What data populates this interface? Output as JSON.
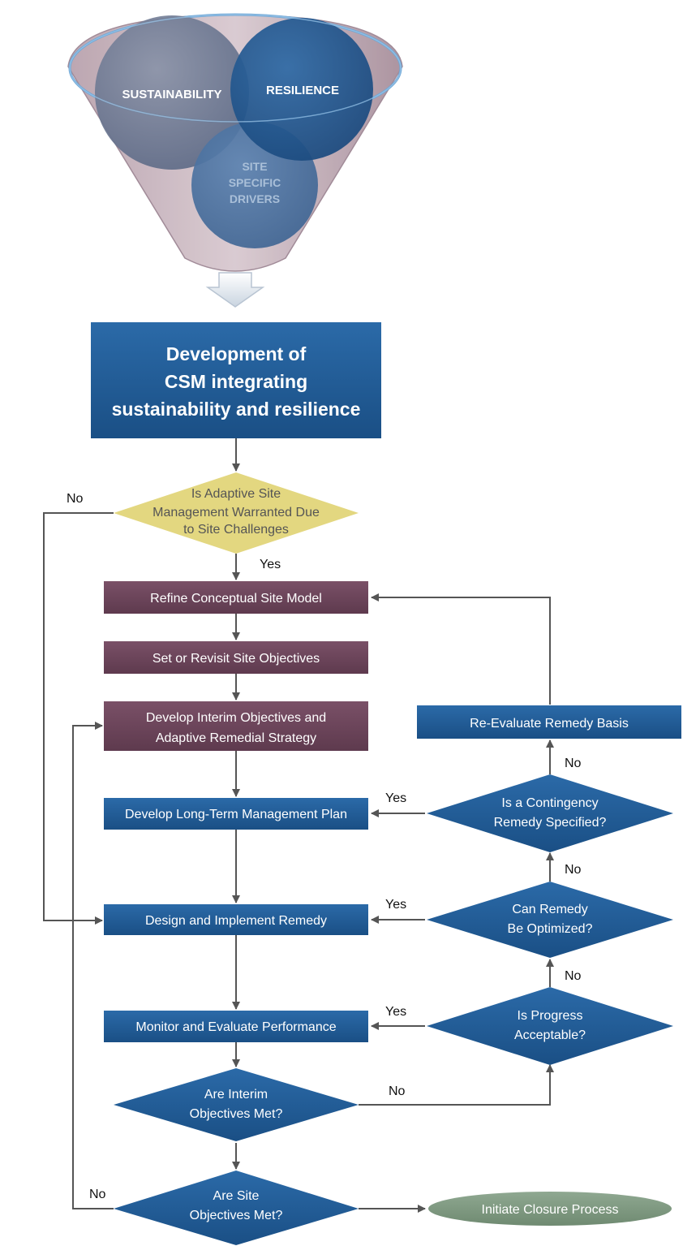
{
  "funnel": {
    "circle_left": "SUSTAINABILITY",
    "circle_right": "RESILIENCE",
    "circle_bottom": [
      "SITE",
      "SPECIFIC",
      "DRIVERS"
    ]
  },
  "header_box": [
    "Development of",
    "CSM integrating",
    "sustainability and resilience"
  ],
  "decisions": {
    "adaptive": [
      "Is Adaptive Site",
      "Management Warranted Due",
      "to Site Challenges"
    ],
    "contingency": [
      "Is a Contingency",
      "Remedy Specified?"
    ],
    "optimize": [
      "Can Remedy",
      "Be Optimized?"
    ],
    "progress": [
      "Is Progress",
      "Acceptable?"
    ],
    "interim": [
      "Are Interim",
      "Objectives Met?"
    ],
    "site": [
      "Are Site",
      "Objectives Met?"
    ]
  },
  "steps": {
    "refine": "Refine Conceptual Site Model",
    "set": "Set or Revisit Site Objectives",
    "develop_interim": [
      "Develop Interim Objectives and",
      "Adaptive Remedial Strategy"
    ],
    "long_term": "Develop Long-Term Management Plan",
    "design": "Design and Implement Remedy",
    "monitor": "Monitor and Evaluate Performance",
    "reevaluate": "Re-Evaluate Remedy Basis",
    "closure": "Initiate Closure Process"
  },
  "labels": {
    "no_adaptive": "No",
    "yes_adaptive": "Yes",
    "yes_contingency": "Yes",
    "no_contingency": "No",
    "yes_optimize": "Yes",
    "no_optimize": "No",
    "yes_progress": "Yes",
    "no_progress": "No",
    "no_interim": "No",
    "no_site": "No"
  },
  "colors": {
    "dark_blue": "#1f5a93",
    "mauve": "#6b4358",
    "gold": "#e3d780",
    "sage": "#7f9a80",
    "connector": "#555555"
  }
}
